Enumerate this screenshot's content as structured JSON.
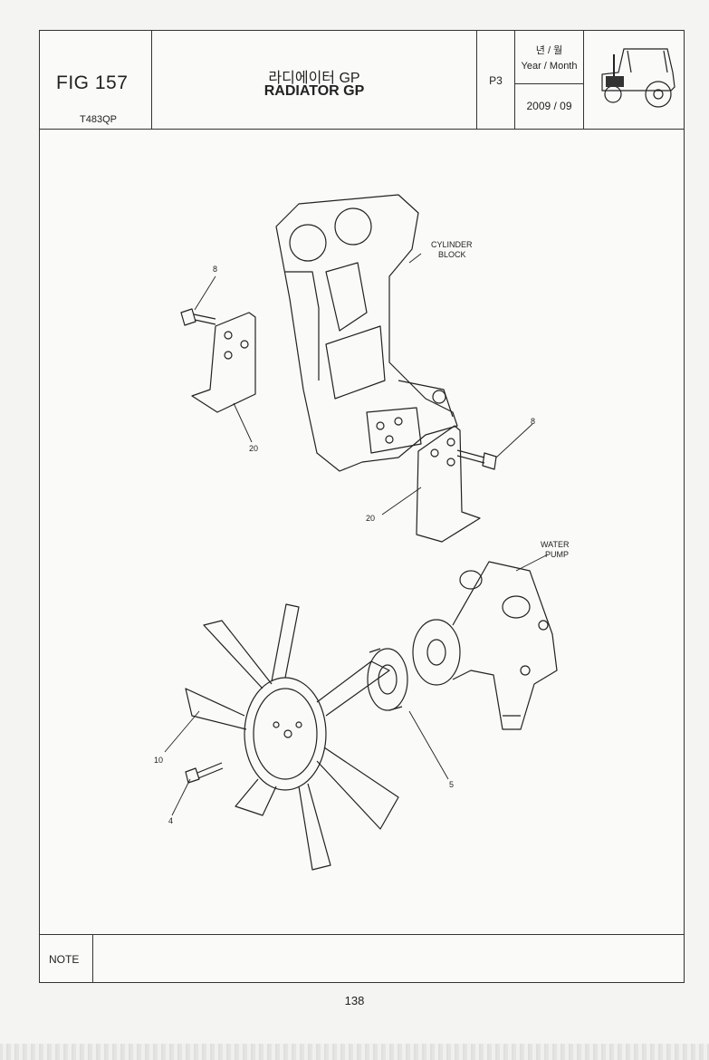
{
  "header": {
    "fig": "FIG 157",
    "model": "T483QP",
    "title_ko": "라디에이터 GP",
    "title_en": "RADIATOR GP",
    "page": "P3",
    "year_month_ko": "년 / 월",
    "year_month_en": "Year / Month",
    "date": "2009 / 09"
  },
  "diagram": {
    "labels": {
      "cylinder_block": [
        "CYLINDER",
        "BLOCK"
      ],
      "water_pump": [
        "WATER",
        "PUMP"
      ]
    },
    "callouts": [
      "8",
      "20",
      "8",
      "20",
      "10",
      "4",
      "5"
    ]
  },
  "note": {
    "label": "NOTE",
    "text": ""
  },
  "page_number": "138"
}
